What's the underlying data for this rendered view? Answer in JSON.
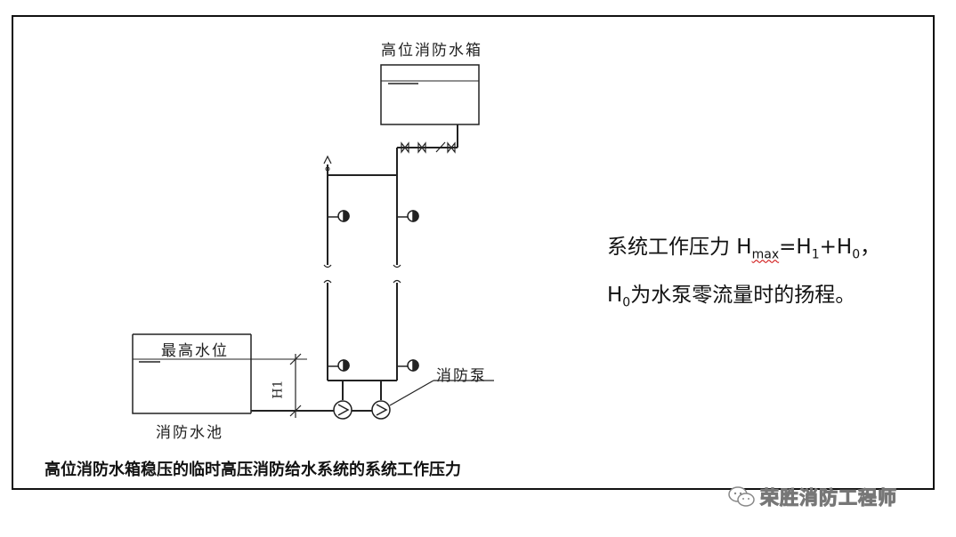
{
  "diagram": {
    "high_tank_label": "高位消防水箱",
    "max_level_label": "最高水位",
    "pool_label": "消防水池",
    "pump_label": "消防泵",
    "h1_label": "H1"
  },
  "equation": {
    "line1_prefix": "系统工作压力 H",
    "line1_sub_max": "max",
    "line1_mid": "=H",
    "line1_sub_1": "1",
    "line1_plus": "+H",
    "line1_sub_0": "0",
    "line1_end": "，",
    "line2_h": "H",
    "line2_sub_0": "0",
    "line2_text": "为水泵零流量时的扬程。"
  },
  "caption": "高位消防水箱稳压的临时高压消防给水系统的系统工作压力",
  "watermark": {
    "text": "荣胜消防工程师",
    "icon": "wechat-icon"
  }
}
